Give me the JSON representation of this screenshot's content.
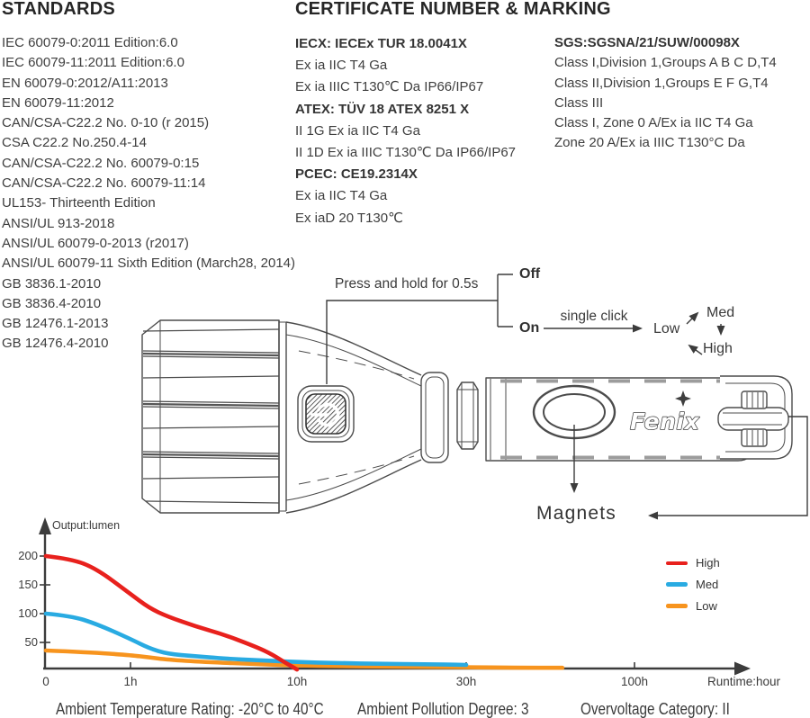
{
  "standards": {
    "title": "STANDARDS",
    "items": [
      "IEC 60079-0:2011 Edition:6.0",
      "IEC 60079-11:2011 Edition:6.0",
      "EN 60079-0:2012/A11:2013",
      "EN 60079-11:2012",
      "CAN/CSA-C22.2 No. 0-10 (r 2015)",
      "CSA C22.2 No.250.4-14",
      "CAN/CSA-C22.2 No. 60079-0:15",
      "CAN/CSA-C22.2 No. 60079-11:14",
      "UL153- Thirteenth Edition",
      "ANSI/UL 913-2018",
      "ANSI/UL 60079-0-2013 (r2017)",
      "ANSI/UL 60079-11 Sixth Edition (March28, 2014)",
      "GB 3836.1-2010",
      "GB 3836.4-2010",
      "GB 12476.1-2013",
      "GB 12476.4-2010"
    ]
  },
  "certificate": {
    "title": "CERTIFICATE NUMBER & MARKING",
    "col1": [
      {
        "label": "IECX: IECEx TUR 18.0041X",
        "bold": true
      },
      {
        "label": "Ex ia IIC T4 Ga",
        "bold": false
      },
      {
        "label": "Ex ia IIIC T130℃ Da IP66/IP67",
        "bold": false
      },
      {
        "label": "ATEX: TÜV 18 ATEX 8251 X",
        "bold": true
      },
      {
        "label": "II 1G Ex ia IIC T4 Ga",
        "bold": false
      },
      {
        "label": "II 1D Ex ia IIIC T130℃ Da IP66/IP67",
        "bold": false
      },
      {
        "label": "PCEC: CE19.2314X",
        "bold": true
      },
      {
        "label": "Ex ia IIC T4 Ga",
        "bold": false
      },
      {
        "label": "Ex iaD 20 T130℃",
        "bold": false
      }
    ],
    "col2": [
      {
        "label": "SGS:SGSNA/21/SUW/00098X",
        "bold": true
      },
      {
        "label": "Class I,Division 1,Groups A B C D,T4",
        "bold": false
      },
      {
        "label": "Class II,Division 1,Groups E F G,T4",
        "bold": false
      },
      {
        "label": "Class III",
        "bold": false
      },
      {
        "label": "Class I, Zone 0 A/Ex ia IIC T4 Ga",
        "bold": false
      },
      {
        "label": "Zone 20 A/Ex ia IIIC T130°C Da",
        "bold": false
      }
    ]
  },
  "diagram": {
    "press_hold": "Press and hold for 0.5s",
    "off": "Off",
    "on": "On",
    "single_click": "single click",
    "low": "Low",
    "med": "Med",
    "high": "High",
    "magnets": "Magnets",
    "brand": "Fenix"
  },
  "chart_data": {
    "type": "line",
    "title": "",
    "xlabel": "Runtime:hour",
    "ylabel": "Output:lumen",
    "x_ticks": [
      "0",
      "1h",
      "10h",
      "30h",
      "100h"
    ],
    "x_tick_hours": [
      0,
      1,
      10,
      30,
      100
    ],
    "y_ticks": [
      200,
      150,
      100,
      50
    ],
    "ylim": [
      0,
      220
    ],
    "grid": false,
    "legend_position": "right",
    "series": [
      {
        "name": "High",
        "color": "#e8211d",
        "points": [
          [
            0,
            200
          ],
          [
            0.3,
            195
          ],
          [
            0.6,
            178
          ],
          [
            1,
            134
          ],
          [
            2,
            110
          ],
          [
            3,
            95
          ],
          [
            4.5,
            78
          ],
          [
            6,
            64
          ],
          [
            7.5,
            46
          ],
          [
            8.5,
            32
          ],
          [
            9.3,
            16
          ],
          [
            10,
            3
          ]
        ]
      },
      {
        "name": "Med",
        "color": "#29abe2",
        "points": [
          [
            0,
            100
          ],
          [
            0.3,
            96
          ],
          [
            0.6,
            82
          ],
          [
            1,
            56
          ],
          [
            2,
            40
          ],
          [
            3,
            30
          ],
          [
            4.5,
            26
          ],
          [
            6,
            22
          ],
          [
            8,
            19
          ],
          [
            10,
            16
          ],
          [
            15,
            14
          ],
          [
            20,
            13
          ],
          [
            25,
            12
          ],
          [
            30,
            11
          ]
        ]
      },
      {
        "name": "Low",
        "color": "#f7941e",
        "points": [
          [
            0,
            36
          ],
          [
            0.5,
            33
          ],
          [
            1,
            28
          ],
          [
            2,
            24
          ],
          [
            3,
            20
          ],
          [
            5,
            16
          ],
          [
            8,
            12
          ],
          [
            10,
            10
          ],
          [
            15,
            9
          ],
          [
            20,
            8
          ],
          [
            30,
            7
          ],
          [
            50,
            6
          ],
          [
            70,
            6
          ]
        ]
      }
    ]
  },
  "footer": {
    "temperature": "Ambient Temperature Rating: -20°C to 40°C",
    "pollution": "Ambient Pollution Degree: 3",
    "overvoltage": "Overvoltage Category: II"
  }
}
